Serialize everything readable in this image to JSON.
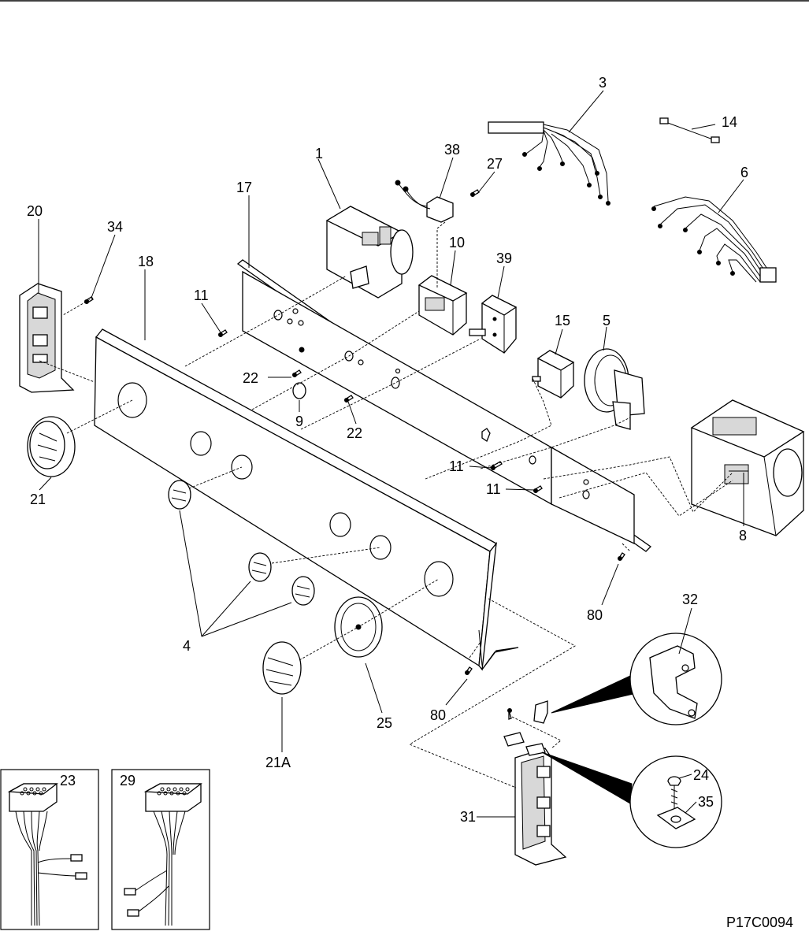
{
  "drawing_code": "P17C0094",
  "callouts": [
    {
      "id": "c1",
      "text": "1"
    },
    {
      "id": "c3",
      "text": "3"
    },
    {
      "id": "c4",
      "text": "4"
    },
    {
      "id": "c5",
      "text": "5"
    },
    {
      "id": "c6",
      "text": "6"
    },
    {
      "id": "c8",
      "text": "8"
    },
    {
      "id": "c9",
      "text": "9"
    },
    {
      "id": "c10",
      "text": "10"
    },
    {
      "id": "c11a",
      "text": "11"
    },
    {
      "id": "c11b",
      "text": "11"
    },
    {
      "id": "c11c",
      "text": "11"
    },
    {
      "id": "c14",
      "text": "14"
    },
    {
      "id": "c15",
      "text": "15"
    },
    {
      "id": "c17",
      "text": "17"
    },
    {
      "id": "c18",
      "text": "18"
    },
    {
      "id": "c20",
      "text": "20"
    },
    {
      "id": "c21",
      "text": "21"
    },
    {
      "id": "c21a",
      "text": "21A"
    },
    {
      "id": "c22a",
      "text": "22"
    },
    {
      "id": "c22b",
      "text": "22"
    },
    {
      "id": "c23",
      "text": "23"
    },
    {
      "id": "c24",
      "text": "24"
    },
    {
      "id": "c25",
      "text": "25"
    },
    {
      "id": "c27",
      "text": "27"
    },
    {
      "id": "c29",
      "text": "29"
    },
    {
      "id": "c31",
      "text": "31"
    },
    {
      "id": "c32",
      "text": "32"
    },
    {
      "id": "c34",
      "text": "34"
    },
    {
      "id": "c35",
      "text": "35"
    },
    {
      "id": "c38",
      "text": "38"
    },
    {
      "id": "c39",
      "text": "39"
    },
    {
      "id": "c80a",
      "text": "80"
    },
    {
      "id": "c80b",
      "text": "80"
    }
  ]
}
